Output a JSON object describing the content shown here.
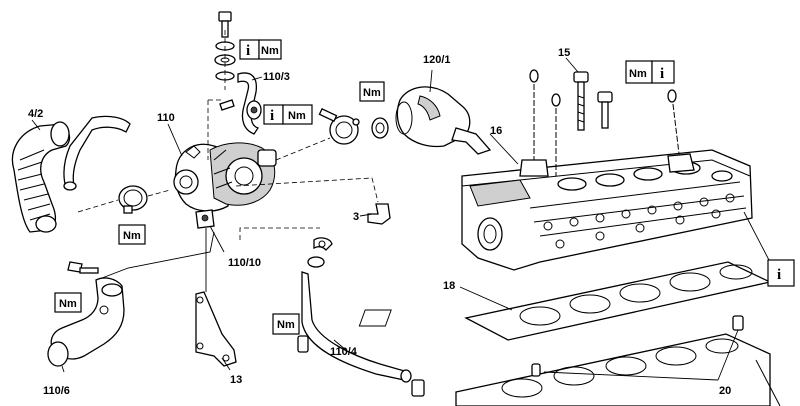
{
  "labels": {
    "l_4_2": "4/2",
    "l_110": "110",
    "l_110_3": "110/3",
    "l_120_1": "120/1",
    "l_15": "15",
    "l_16": "16",
    "l_3": "3",
    "l_110_10": "110/10",
    "l_18": "18",
    "l_110_6": "110/6",
    "l_13": "13",
    "l_110_4": "110/4",
    "l_20": "20"
  },
  "badges": {
    "nm": "Nm",
    "info": "i"
  }
}
